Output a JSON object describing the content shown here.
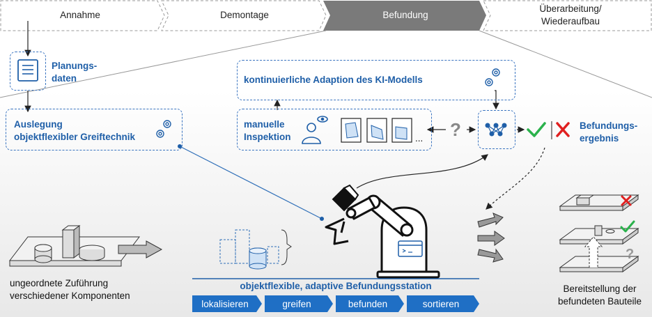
{
  "phases": [
    {
      "label": "Annahme"
    },
    {
      "label": "Demontage"
    },
    {
      "label": "Befundung"
    },
    {
      "label_line1": "Überarbeitung/",
      "label_line2": "Wiederaufbau"
    }
  ],
  "boxes": {
    "planungsdaten": {
      "line1": "Planungs-",
      "line2": "daten"
    },
    "auslegung": {
      "line1": "Auslegung",
      "line2": "objektflexibler Greiftechnik"
    },
    "ki_adaption": "kontinuierliche Adaption des KI-Modells",
    "inspektion": {
      "line1": "manuelle",
      "line2": "Inspektion",
      "ellipsis": "..."
    },
    "question_mark": "?"
  },
  "befundung": {
    "line1": "Befundungs-",
    "line2": "ergebnis"
  },
  "left_caption": {
    "line1": "ungeordnete Zuführung",
    "line2": "verschiedener Komponenten"
  },
  "station_title": "objektflexible, adaptive Befundungsstation",
  "steps": [
    "lokalisieren",
    "greifen",
    "befunden",
    "sortieren"
  ],
  "right_caption": {
    "line1": "Bereitstellung der",
    "line2": "befundeten Bauteile"
  },
  "colors": {
    "accent": "#1f5fa8",
    "check": "#2bb24c",
    "cross": "#e02020",
    "active_phase": "#7a7a7a",
    "step_bg": "#1f6fc5"
  }
}
